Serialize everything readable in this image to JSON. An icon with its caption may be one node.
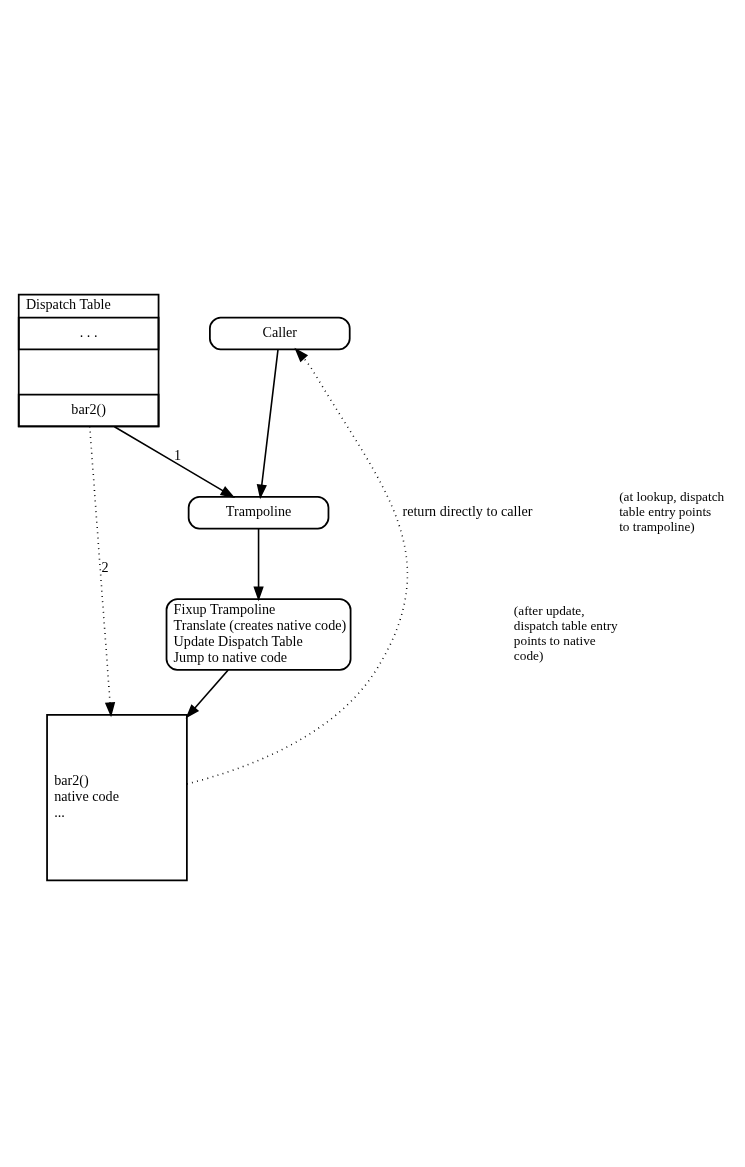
{
  "diagram": {
    "nodes": [
      {
        "text": [
          "Dispatch Table"
        ]
      },
      {
        "text": [
          ". . ."
        ],
        "in": 0
      },
      {
        "text": [
          "bar2()"
        ],
        "in": 0
      },
      {
        "text": [
          "Caller"
        ]
      },
      {
        "text": [
          "Trampoline"
        ]
      },
      {
        "text": [
          "Fixup Trampoline",
          "Translate (creates native code)",
          "Update Dispatch Table",
          "Jump to native code"
        ]
      },
      {
        "text": [
          "bar2()",
          "native code",
          "..."
        ]
      }
    ],
    "edges": [
      {
        "from": 3,
        "to": 4,
        "arrow": "to"
      },
      {
        "from": 2,
        "to": 4,
        "arrow": "to",
        "label": "1"
      },
      {
        "from": 4,
        "to": 5,
        "arrow": "to"
      },
      {
        "from": 2,
        "to": 6,
        "arrow": "to",
        "label": "2",
        "style": "dashed"
      },
      {
        "from": 5,
        "to": 6,
        "arrow": "to"
      },
      {
        "from": 6,
        "to": 3,
        "arrow": "to",
        "label": "return directly to caller",
        "style": "dashed"
      }
    ],
    "labels": [
      "(at lookup, dispatch table entry points to trampoline)",
      "(after update, dispatch table entry points to native code)"
    ]
  }
}
